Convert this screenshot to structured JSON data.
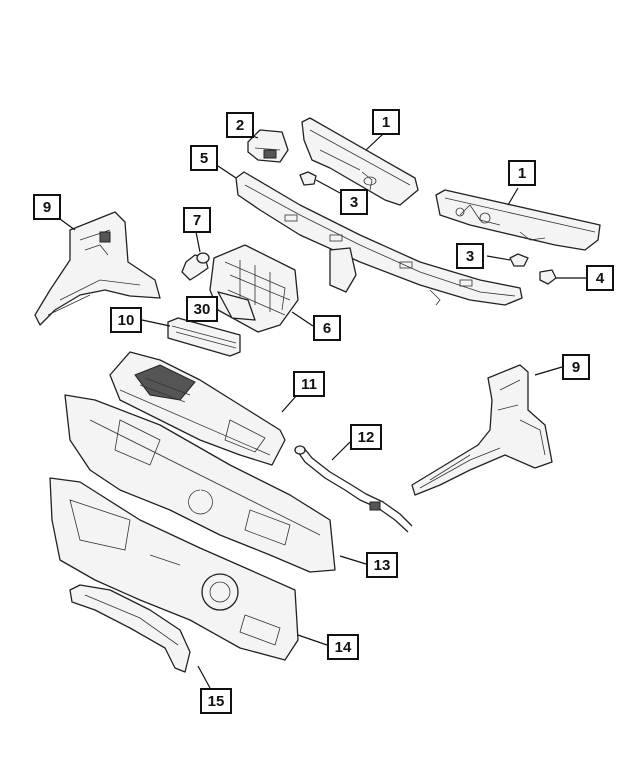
{
  "callouts": [
    {
      "id": "c1a",
      "label": "1"
    },
    {
      "id": "c2",
      "label": "2"
    },
    {
      "id": "c5",
      "label": "5"
    },
    {
      "id": "c3a",
      "label": "3"
    },
    {
      "id": "c1b",
      "label": "1"
    },
    {
      "id": "c9a",
      "label": "9"
    },
    {
      "id": "c7",
      "label": "7"
    },
    {
      "id": "c3b",
      "label": "3"
    },
    {
      "id": "c4",
      "label": "4"
    },
    {
      "id": "c30",
      "label": "30"
    },
    {
      "id": "c10",
      "label": "10"
    },
    {
      "id": "c6",
      "label": "6"
    },
    {
      "id": "c9b",
      "label": "9"
    },
    {
      "id": "c11",
      "label": "11"
    },
    {
      "id": "c12",
      "label": "12"
    },
    {
      "id": "c13",
      "label": "13"
    },
    {
      "id": "c14",
      "label": "14"
    },
    {
      "id": "c15",
      "label": "15"
    }
  ]
}
